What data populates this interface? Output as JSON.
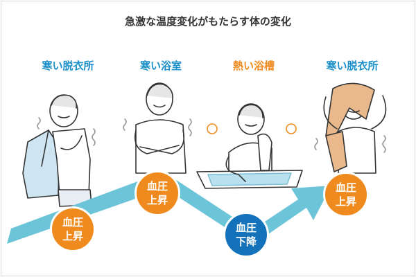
{
  "title": "急激な温度変化がもたらす体の変化",
  "colors": {
    "cold": "#1a8fc8",
    "hot": "#ef8a1e",
    "rise": "#ef8a1e",
    "fall": "#1372b9",
    "arrow": "#6cc4d9",
    "water": "#b9e0ee"
  },
  "stages": [
    {
      "label": "寒い脱衣所",
      "tone": "cold"
    },
    {
      "label": "寒い浴室",
      "tone": "cold"
    },
    {
      "label": "熱い浴槽",
      "tone": "hot"
    },
    {
      "label": "寒い脱衣所",
      "tone": "cold"
    }
  ],
  "badges": [
    {
      "line1": "血圧",
      "line2": "上昇",
      "tone": "rise"
    },
    {
      "line1": "血圧",
      "line2": "上昇",
      "tone": "rise"
    },
    {
      "line1": "血圧",
      "line2": "下降",
      "tone": "fall"
    },
    {
      "line1": "血圧",
      "line2": "上昇",
      "tone": "rise"
    }
  ],
  "icons": [
    "shiver-lines-icon",
    "steam-icon",
    "towel-icon",
    "bathtub-icon"
  ]
}
